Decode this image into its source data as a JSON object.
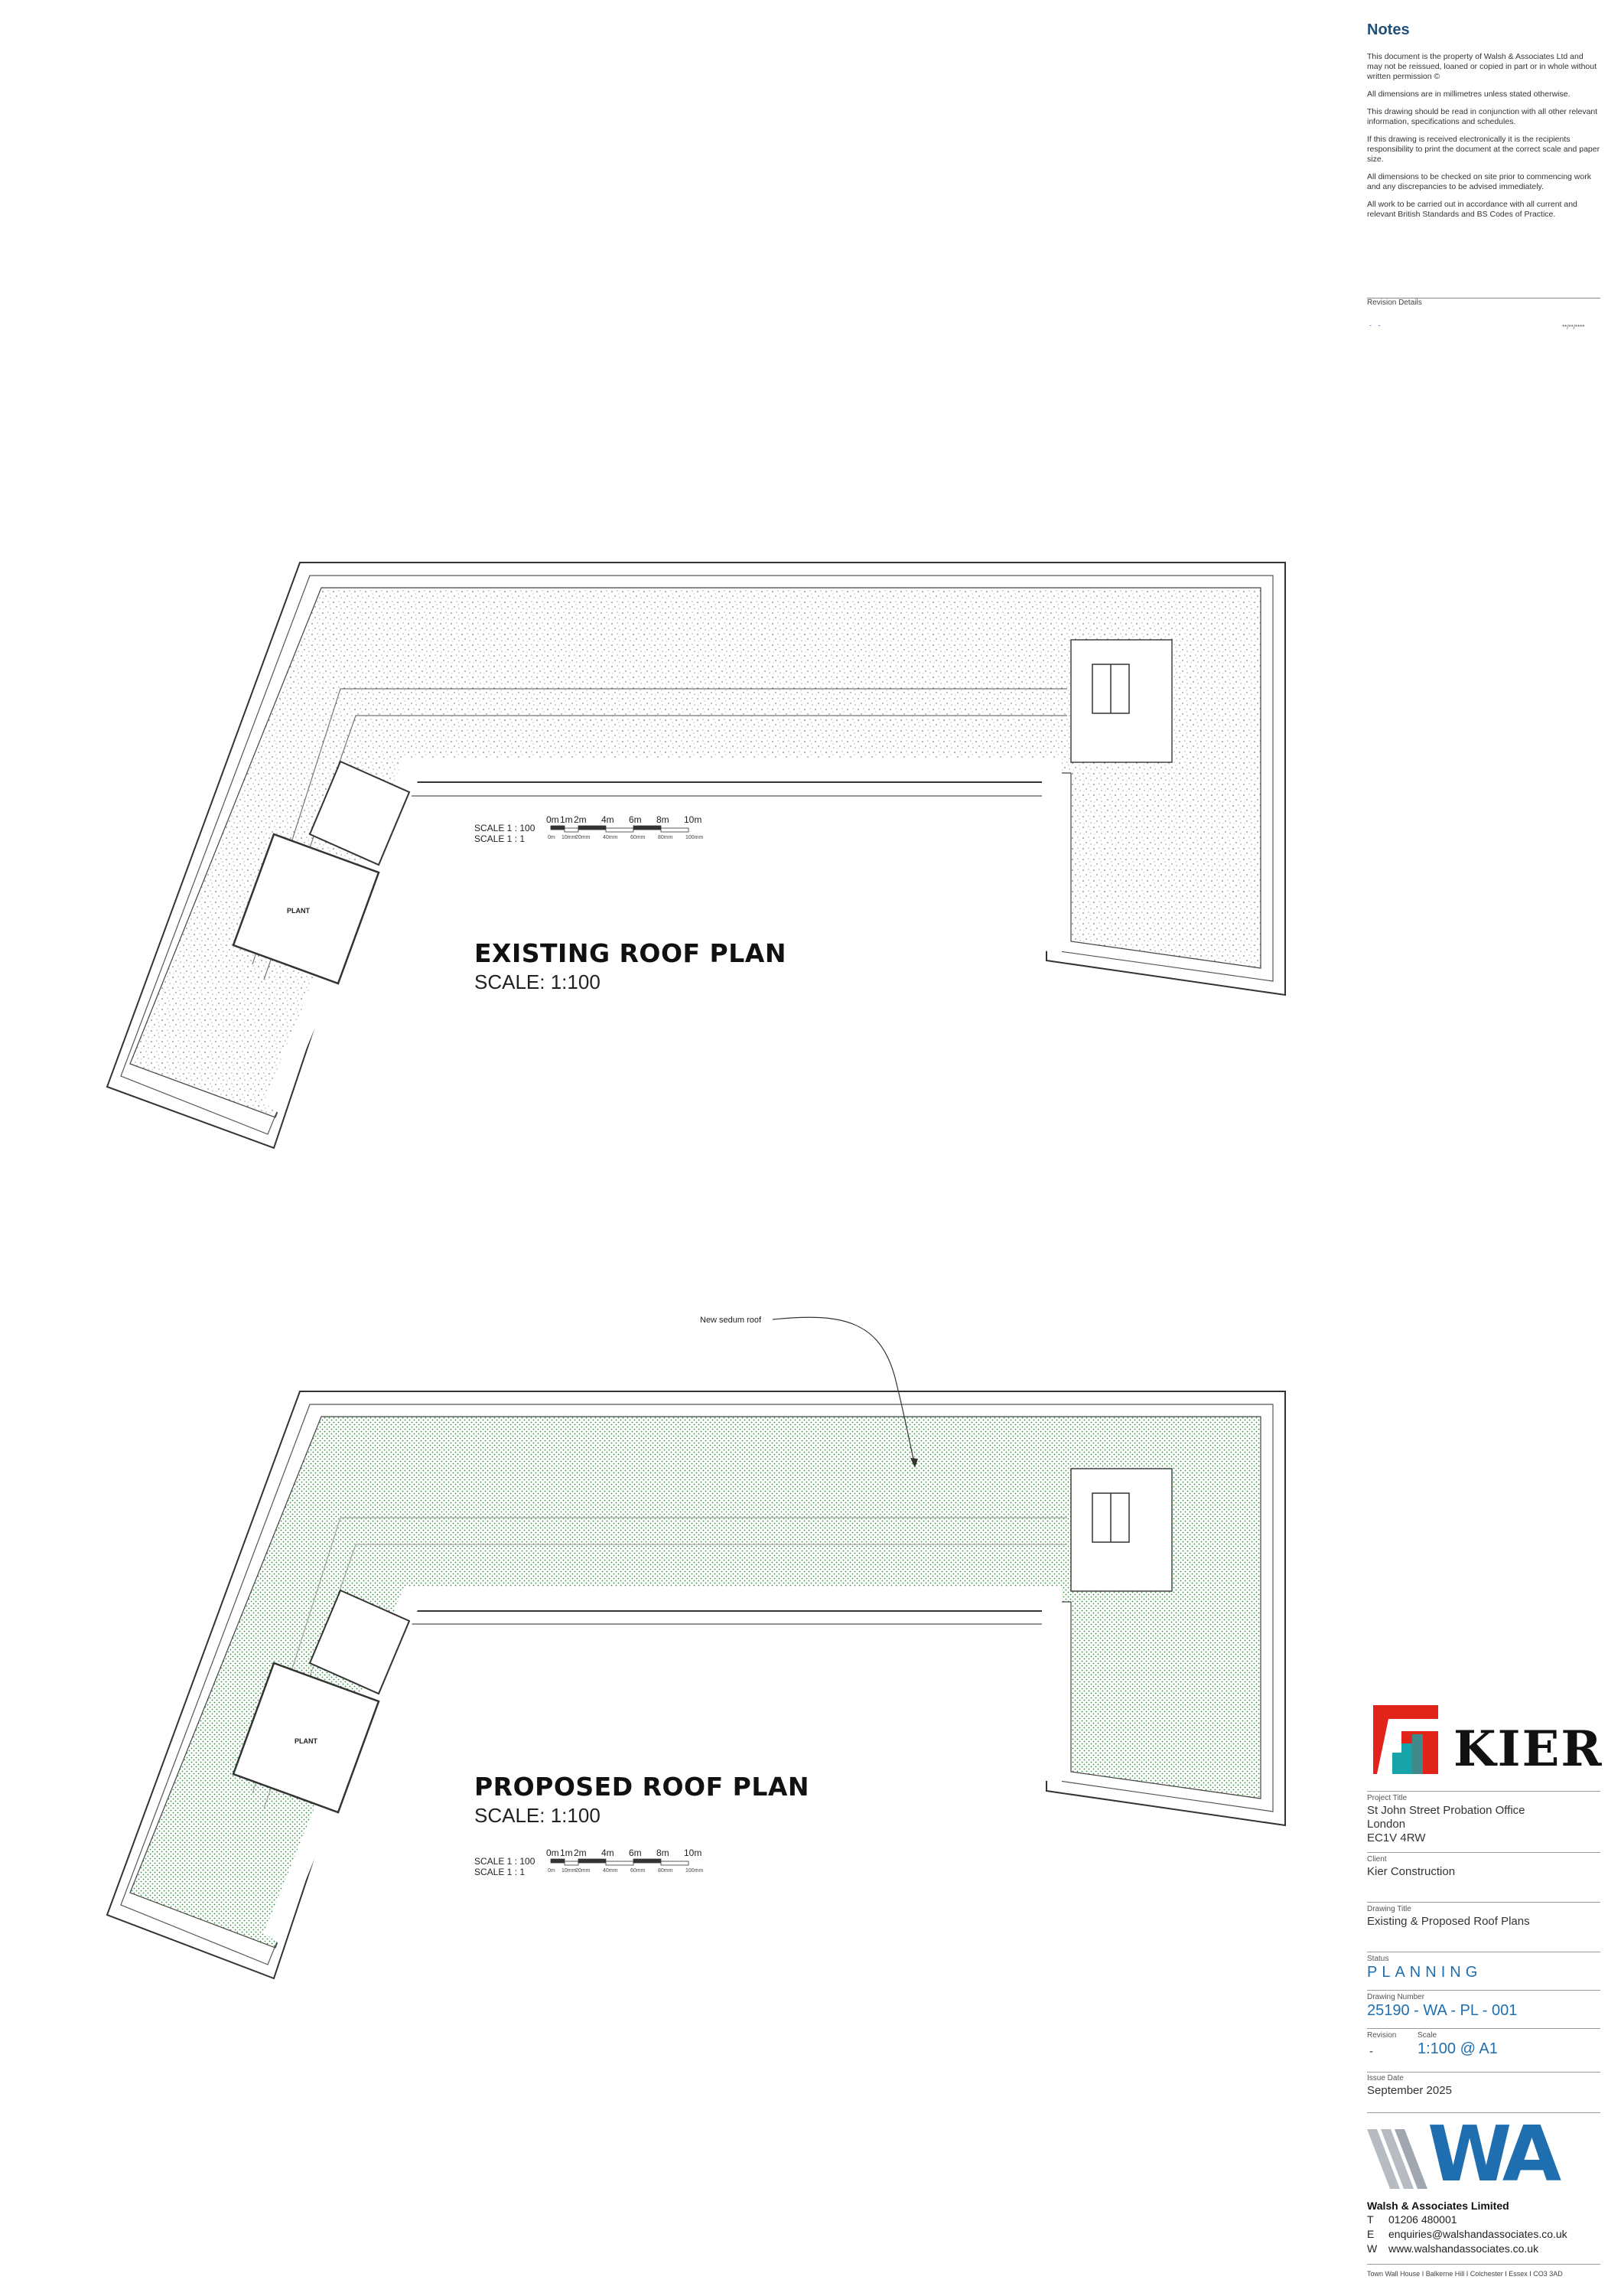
{
  "notes": {
    "title": "Notes",
    "paragraphs": [
      "This document is the property of Walsh & Associates Ltd and may not be reissued, loaned or copied in part or in whole without written permission ©",
      "All dimensions are in millimetres unless stated otherwise.",
      "This drawing should be read in conjunction with all other relevant information, specifications and schedules.",
      "If this drawing is received electronically it is the recipients responsibility to print the document at the correct scale and paper size.",
      "All dimensions to be checked on site prior to commencing work  and any discrepancies to be advised immediately.",
      "All work to be carried out in accordance with all current and relevant British Standards and BS Codes of Practice."
    ],
    "revision_label": "Revision Details",
    "revision_mark": "-  -",
    "revision_date": "**/**/****"
  },
  "plans": {
    "existing": {
      "title": "EXISTING ROOF PLAN",
      "scale": "SCALE: 1:100",
      "plant_label": "PLANT"
    },
    "proposed": {
      "title": "PROPOSED ROOF PLAN",
      "scale": "SCALE: 1:100",
      "plant_label": "PLANT",
      "annotation": "New sedum roof"
    }
  },
  "scale_bar": {
    "label_100": "SCALE 1 : 100",
    "label_1": "SCALE 1 : 1",
    "ticks_m": [
      "0m",
      "1m",
      "2m",
      "4m",
      "6m",
      "8m",
      "10m"
    ],
    "ticks_mm": [
      "0m",
      "10mm",
      "20mm",
      "40mm",
      "60mm",
      "80mm",
      "100mm"
    ]
  },
  "title_block": {
    "client_logo_text": "KIER",
    "project_title_label": "Project Title",
    "project_title_lines": [
      "St John Street Probation Office",
      "London",
      "EC1V 4RW"
    ],
    "client_label": "Client",
    "client": "Kier Construction",
    "drawing_title_label": "Drawing Title",
    "drawing_title": "Existing & Proposed Roof Plans",
    "status_label": "Status",
    "status": "PLANNING",
    "drawing_number_label": "Drawing Number",
    "drawing_number": "25190 - WA - PL - 001",
    "revision_label": "Revision",
    "revision": "-",
    "scale_label": "Scale",
    "scale": "1:100 @ A1",
    "issue_date_label": "Issue Date",
    "issue_date": "September 2025",
    "firm_logo_text": "WA",
    "firm_name": "Walsh & Associates Limited",
    "contacts": [
      {
        "key": "T",
        "value": "01206 480001"
      },
      {
        "key": "E",
        "value": "enquiries@walshandassociates.co.uk"
      },
      {
        "key": "W",
        "value": "www.walshandassociates.co.uk"
      }
    ],
    "address": "Town Wall House  I  Balkerne Hill  I  Colchester  I  Essex  I  CO3 3AD"
  },
  "colors": {
    "accent_blue": "#1f6fb0",
    "sedum_green": "#2e8b3a",
    "kier_red": "#e2231a",
    "kier_teal": "#17a3a8"
  }
}
